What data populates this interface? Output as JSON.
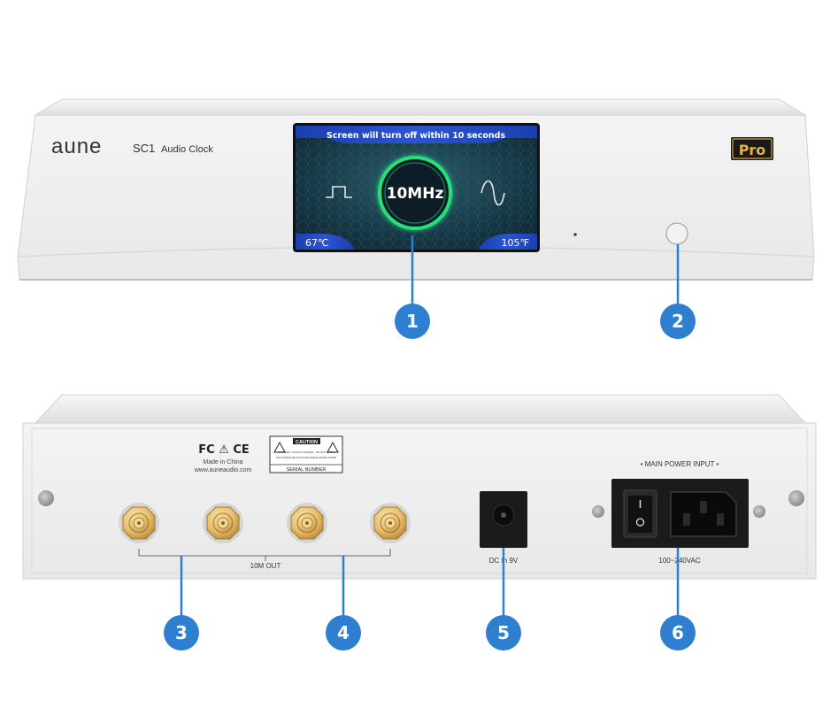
{
  "front_panel": {
    "brand": "aune",
    "model": "SC1",
    "model_desc": "Audio Clock",
    "pro_badge": "Pro",
    "screen": {
      "notice": "Screen will turn off within 10 seconds",
      "frequency": "10MHz",
      "temp_left": "67℃",
      "temp_right": "105℉",
      "left_wave_icon": "square-wave-icon",
      "right_wave_icon": "sine-wave-icon"
    },
    "power_button_icon": "power-button-icon"
  },
  "rear_panel": {
    "certifications": "FC ⚠ CE",
    "made_in": "Made in China",
    "website": "www.auneaudio.com",
    "caution_title": "CAUTION",
    "caution_line1": "WARNING: SHOCK HAZARD - DO NOT OPEN",
    "caution_line2": "AVIS: RISQUE DE CHOC ELECTRIQUE NE PAS OUVRIR",
    "serial_label": "SERIAL NUMBER",
    "bnc_output_label": "10M OUT",
    "dc_input_label": "DC In 9V",
    "main_power_label": "• MAIN POWER INPUT •",
    "ac_voltage_label": "100~240VAC"
  },
  "callouts": [
    "1",
    "2",
    "3",
    "4",
    "5",
    "6"
  ],
  "colors": {
    "accent_blue": "#2f7fd0",
    "chassis": "#ececec",
    "screen_ring": "#27e07a",
    "gold": "#e8c070"
  }
}
